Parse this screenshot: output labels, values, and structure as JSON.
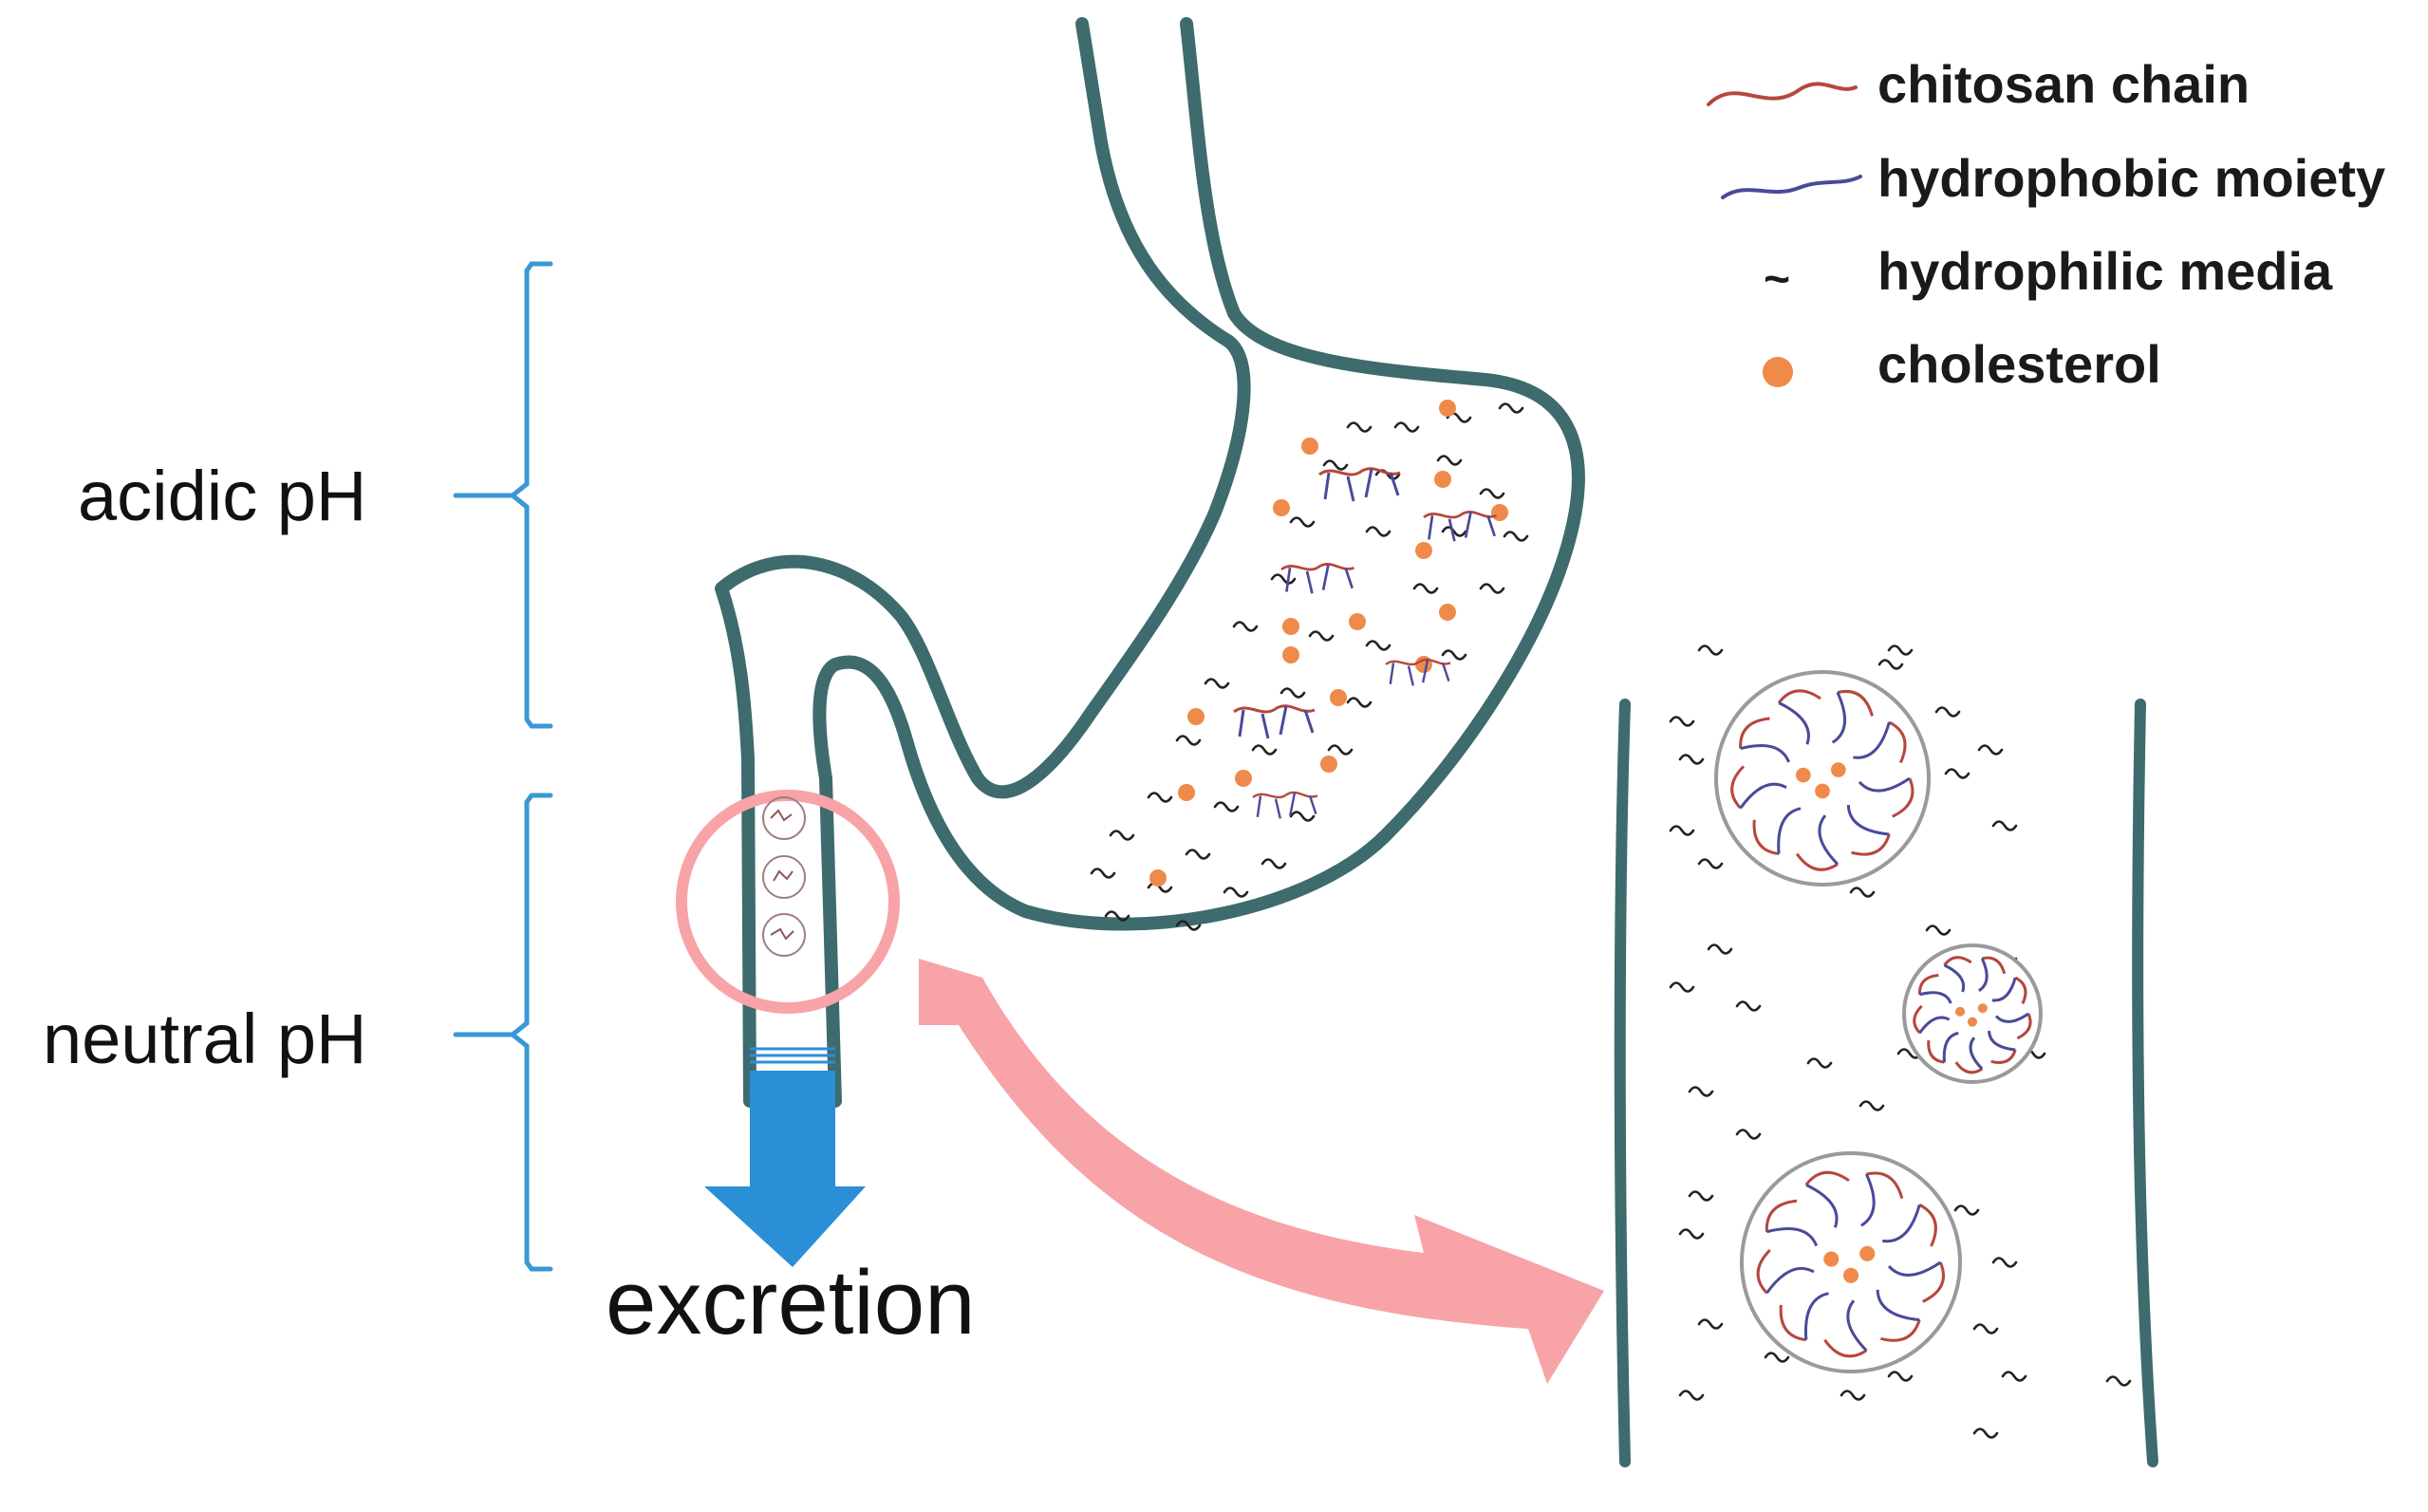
{
  "labels": {
    "acidic": "acidic pH",
    "neutral": "neutral pH",
    "excretion": "excretion"
  },
  "legend": {
    "chitosan": "chitosan chain",
    "hydrophobic": "hydrophobic moiety",
    "hydrophilic": "hydrophilic media",
    "cholesterol": "cholesterol",
    "wave_glyph": "~"
  },
  "colors": {
    "organ_wall": "#3d6b6e",
    "bracket": "#3a98d4",
    "excretion_arrow": "#2a8fd6",
    "zoom": "#f7a3a7",
    "chitosan": "#b5473e",
    "hydrophobic": "#4a4a9a",
    "cholesterol": "#ef8a4a",
    "micelle_ring": "#9a9a9a",
    "hydrophilic": "#222222"
  }
}
